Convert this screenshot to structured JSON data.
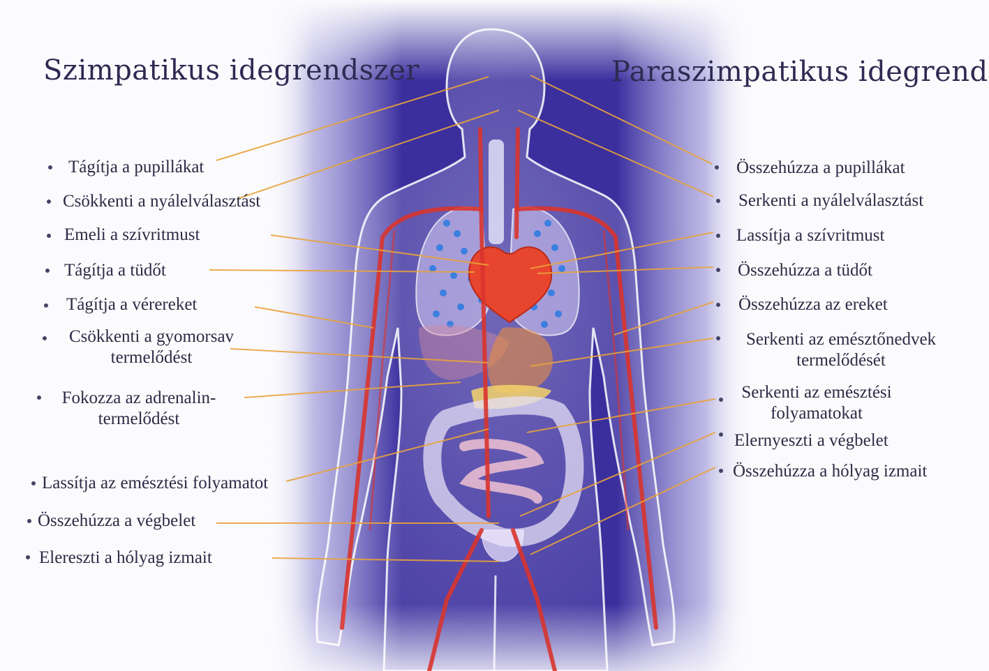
{
  "titles": {
    "left": "Szimpatikus idegrendszer",
    "right": "Paraszimpatikus idegrendszer"
  },
  "left_items": [
    "Tágítja a pupillákat",
    "Csökkenti a nyálelválasztást",
    "Emeli a szívritmust",
    "Tágítja a tüdőt",
    "Tágítja a vérereket",
    "Csökkenti a gyomorsav termelődést",
    "Fokozza az adrenalin-termelődést",
    "Lassítja az emésztési folyamatot",
    "Összehúzza a végbelet",
    "Elereszti a hólyag izmait"
  ],
  "right_items": [
    "Összehúzza a pupillákat",
    "Serkenti a nyálelválasztást",
    "Lassítja a szívritmust",
    "Összehúzza a tüdőt",
    "Összehúzza az ereket",
    "Serkenti az emésztőnedvek termelődését",
    "Serkenti az emésztési folyamatokat",
    "Elernyeszti a végbelet",
    "Összehúzza a hólyag izmait"
  ],
  "colors": {
    "background_panel": "#3a2e9c",
    "leader_line": "#e8a33c",
    "text": "#2c2b45",
    "artery": "#d8342e",
    "lung_dots": "#3b7fe0",
    "heart": "#e8452e"
  }
}
